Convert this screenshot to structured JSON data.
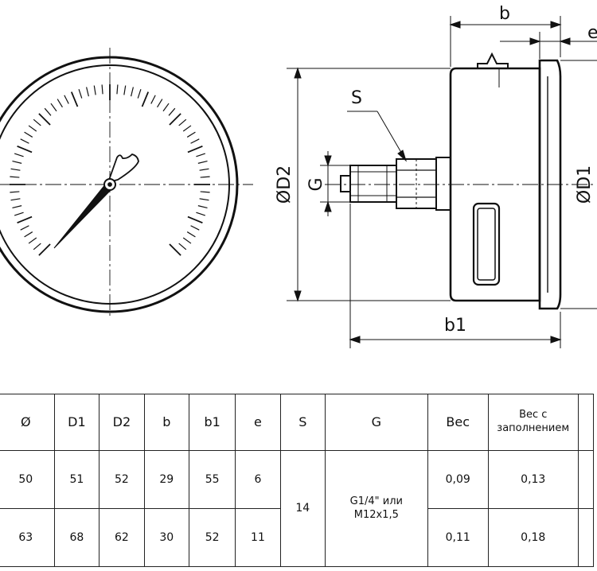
{
  "front_view": {
    "dial_tick_count": 60,
    "major_tick_every": 5
  },
  "side_view": {
    "labels": {
      "b": "b",
      "e": "e",
      "s": "S",
      "d2": "ØD2",
      "g": "G",
      "d1": "ØD1",
      "b1": "b1"
    }
  },
  "table": {
    "headers": [
      "Ø",
      "D1",
      "D2",
      "b",
      "b1",
      "e",
      "S",
      "G",
      "Вес",
      "Вес с заполнением"
    ],
    "rows": [
      [
        "50",
        "51",
        "52",
        "29",
        "55",
        "6",
        "0,09",
        "0,13"
      ],
      [
        "63",
        "68",
        "62",
        "30",
        "52",
        "11",
        "0,11",
        "0,18"
      ]
    ],
    "merged_s": "14",
    "merged_g_line1": "G1/4\" или",
    "merged_g_line2": "M12x1,5"
  }
}
